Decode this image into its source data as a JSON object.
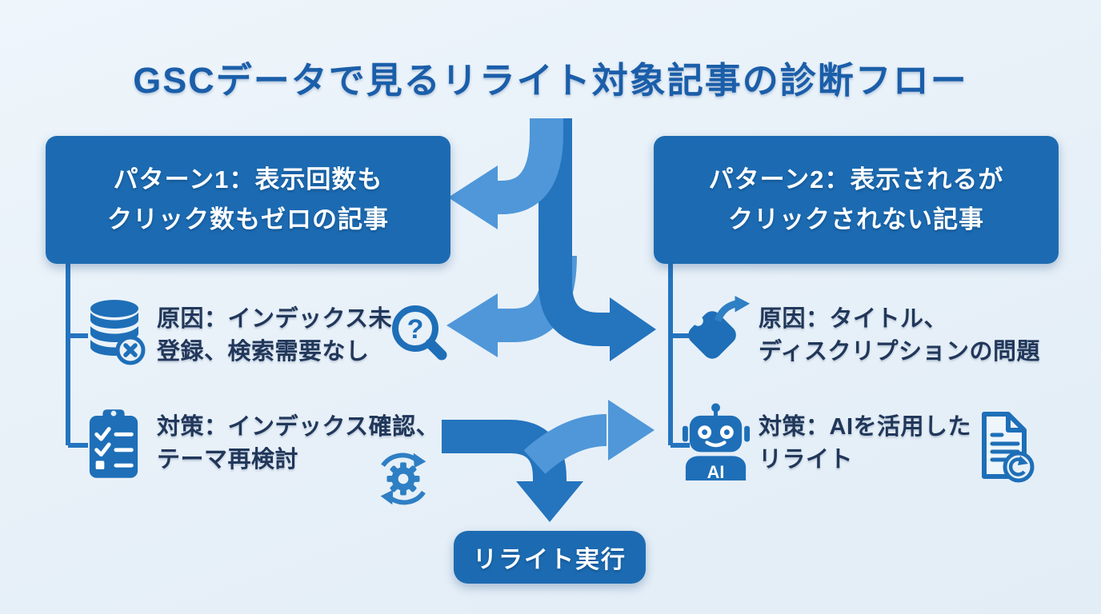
{
  "title": "GSCデータで見るリライト対象記事の診断フロー",
  "pattern1": {
    "title_line1": "パターン1：表示回数も",
    "title_line2": "クリック数もゼロの記事",
    "cause_line1": "原因：インデックス未",
    "cause_line2": "登録、検索需要なし",
    "solution_line1": "対策：インデックス確認、",
    "solution_line2": "テーマ再検討"
  },
  "pattern2": {
    "title_line1": "パターン2：表示されるが",
    "title_line2": "クリックされない記事",
    "cause_line1": "原因：タイトル、",
    "cause_line2": "ディスクリプションの問題",
    "solution_line1": "対策：AIを活用した",
    "solution_line2": "リライト"
  },
  "action": {
    "label": "リライト実行"
  },
  "icons": {
    "question_glyph": "?",
    "robot_label": "AI",
    "left_cause_icon": "database-error-icon",
    "left_cause_aux_icon": "search-question-icon",
    "left_solution_icon": "clipboard-checklist-icon",
    "left_solution_aux_icon": "gear-sync-icon",
    "right_cause_icon": "tag-arrow-icon",
    "right_solution_icon": "ai-robot-icon",
    "right_solution_aux_icon": "document-refresh-icon"
  },
  "colors": {
    "background": "#e9f1f8",
    "box_blue": "#1c6bb2",
    "arrow_dark": "#2474be",
    "arrow_light": "#4f97d9",
    "icon_blue": "#1e6fb8",
    "title_blue": "#1b5ea9",
    "text_navy": "#21375a",
    "text_on_blue": "#ffffff"
  }
}
